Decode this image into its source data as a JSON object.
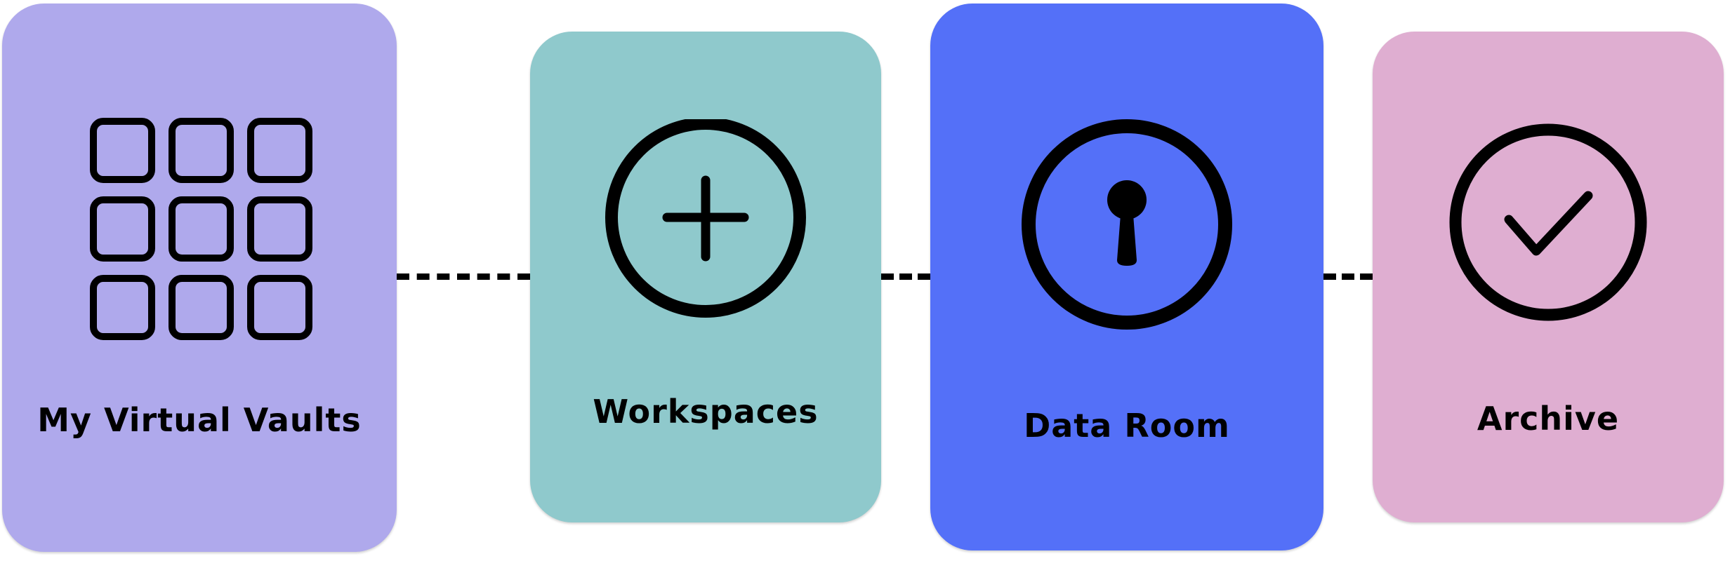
{
  "diagram": {
    "type": "process-flow",
    "cards": [
      {
        "id": "vaults",
        "label": "My Virtual Vaults",
        "icon": "grid-icon",
        "color": "#afa9ec"
      },
      {
        "id": "workspaces",
        "label": "Workspaces",
        "icon": "plus-circle-icon",
        "color": "#8fc9cc"
      },
      {
        "id": "dataroom",
        "label": "Data Room",
        "icon": "keyhole-icon",
        "color": "#5470f8"
      },
      {
        "id": "archive",
        "label": "Archive",
        "icon": "check-circle-icon",
        "color": "#dfaed1"
      }
    ],
    "connector_style": "dashed",
    "connector_color": "#000000"
  }
}
